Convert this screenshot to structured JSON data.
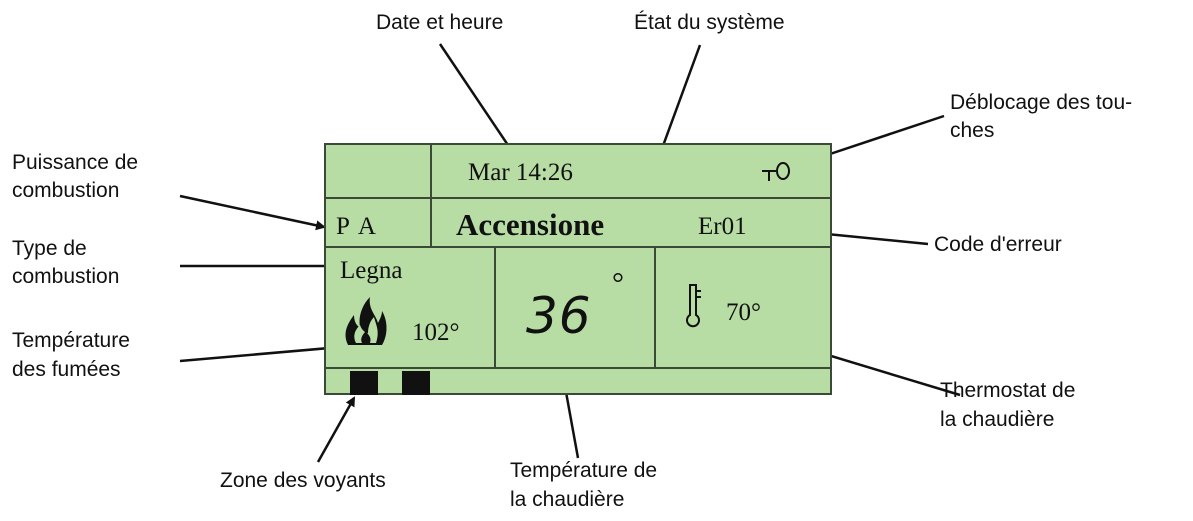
{
  "labels": {
    "date_heure": "Date et heure",
    "etat_systeme": "État du système",
    "deblocage_1": "Déblocage des tou-",
    "deblocage_2": "ches",
    "puissance_1": "Puissance de",
    "puissance_2": "combustion",
    "type_1": "Type de",
    "type_2": "combustion",
    "code_erreur": "Code d'erreur",
    "temp_fumees_1": "Température",
    "temp_fumees_2": "des fumées",
    "thermostat_1": "Thermostat de",
    "thermostat_2": "la chaudière",
    "zone_voyants": "Zone des voyants",
    "temp_chaudiere_1": "Température de",
    "temp_chaudiere_2": "la chaudière"
  },
  "display": {
    "datetime": "Mar 14:26",
    "key_symbol": "⊤O",
    "power": "P A",
    "status": "Accensione",
    "error": "Er01",
    "fuel": "Legna",
    "smoke_temp": "102°",
    "boiler_temp": "36",
    "boiler_degree": "°",
    "thermostat": "70°"
  },
  "colors": {
    "lcd_background": "#b7dda4",
    "lcd_border": "#3a4a36"
  },
  "icons": [
    "flame-icon",
    "thermometer-icon",
    "key-unlock-icon"
  ]
}
